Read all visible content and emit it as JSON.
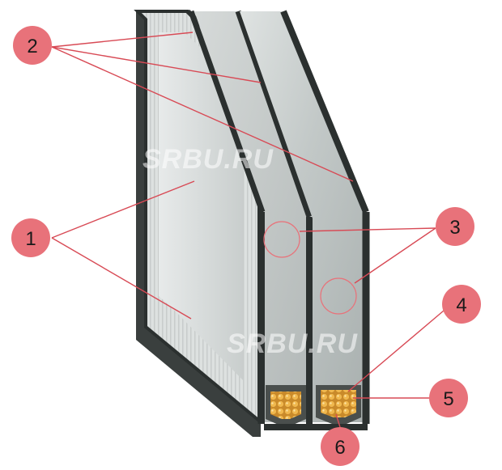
{
  "watermark": {
    "upper": "SRBU.RU",
    "lower": "SRBU.RU"
  },
  "callouts": {
    "c1": "1",
    "c2": "2",
    "c3": "3",
    "c4": "4",
    "c5": "5",
    "c6": "6"
  },
  "colors": {
    "badge": "#e8727a",
    "leader": "#d84a55",
    "glass_edge": "#2b302f",
    "frame": "#3d4240",
    "desiccant": "#e3a43c"
  }
}
